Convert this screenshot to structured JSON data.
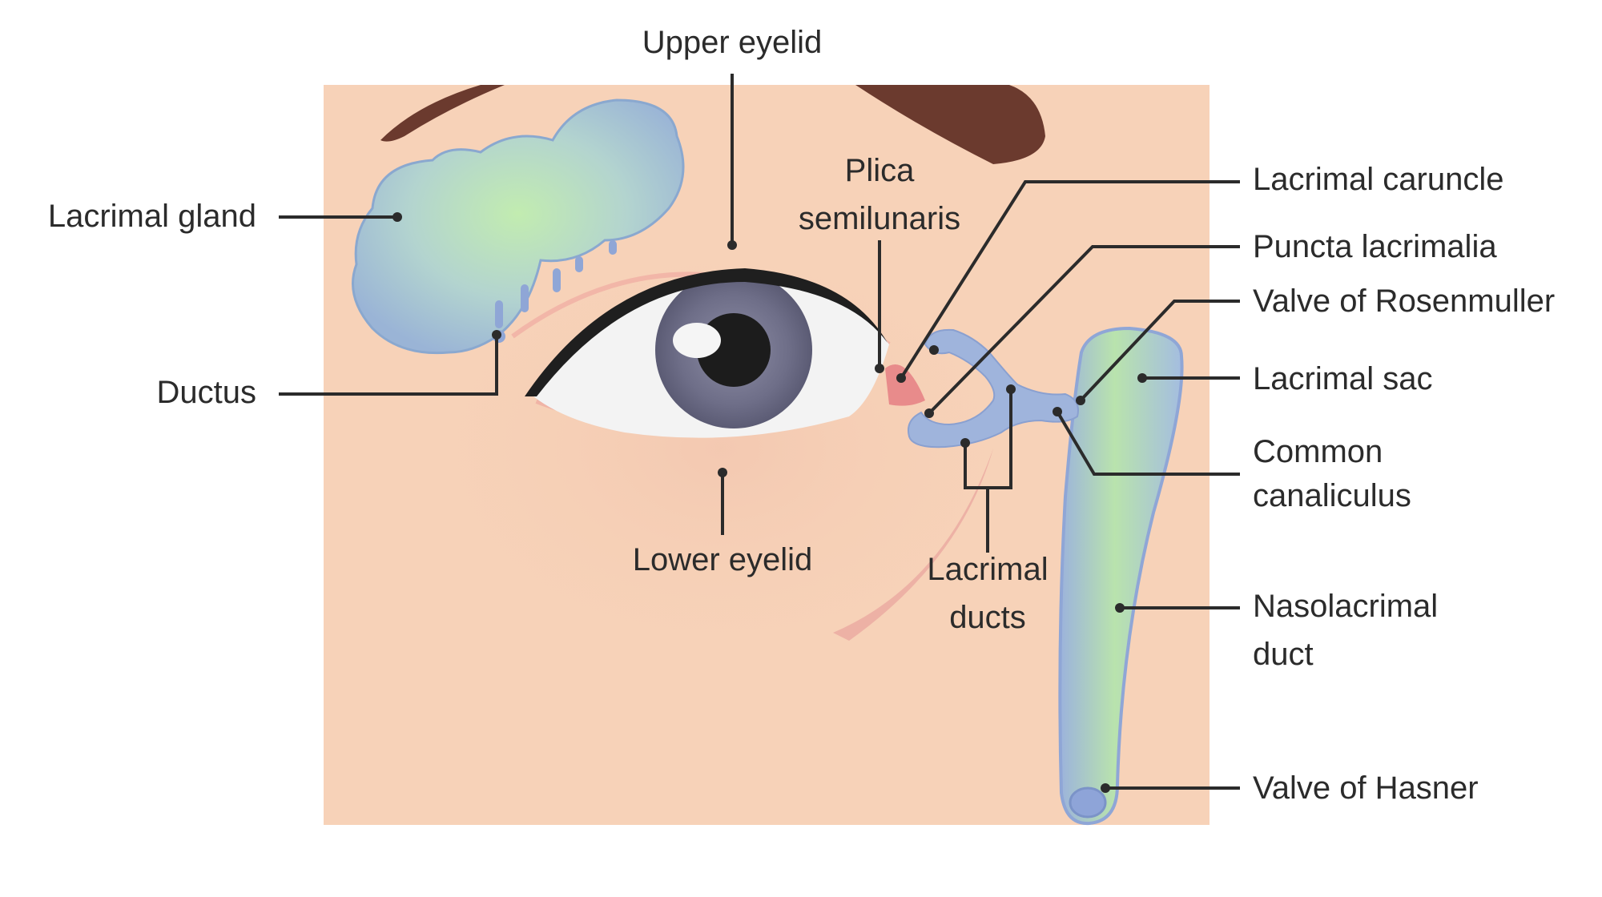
{
  "diagram": {
    "labels": {
      "upper_eyelid": "Upper eyelid",
      "plica_line1": "Plica",
      "plica_line2": "semilunaris",
      "lacrimal_gland": "Lacrimal gland",
      "ductus": "Ductus",
      "lower_eyelid": "Lower eyelid",
      "lacrimal_ducts_line1": "Lacrimal",
      "lacrimal_ducts_line2": "ducts",
      "lacrimal_caruncle": "Lacrimal caruncle",
      "puncta_lacrimalia": "Puncta lacrimalia",
      "valve_rosenmuller": "Valve of Rosenmuller",
      "lacrimal_sac": "Lacrimal sac",
      "common_canaliculus_line1": "Common",
      "common_canaliculus_line2": "canaliculus",
      "nasolacrimal_line1": "Nasolacrimal",
      "nasolacrimal_line2": "duct",
      "valve_hasner": "Valve of Hasner"
    },
    "colors": {
      "skin": "#f7d2b8",
      "skin_shadow": "#eeb9a4",
      "brow": "#6b3a2e",
      "gland_fill": "#a9c6d4",
      "gland_edge": "#7e9fc9",
      "gland_glow": "#b7e6a6",
      "duct_fill": "#9fb4dc",
      "iris": "#6f6f88",
      "pupil": "#1c1c1c",
      "sclera": "#f3f3f3",
      "lash_line": "#1f1f1f",
      "caruncle": "#e88b8b",
      "text": "#2b2b2b"
    }
  }
}
